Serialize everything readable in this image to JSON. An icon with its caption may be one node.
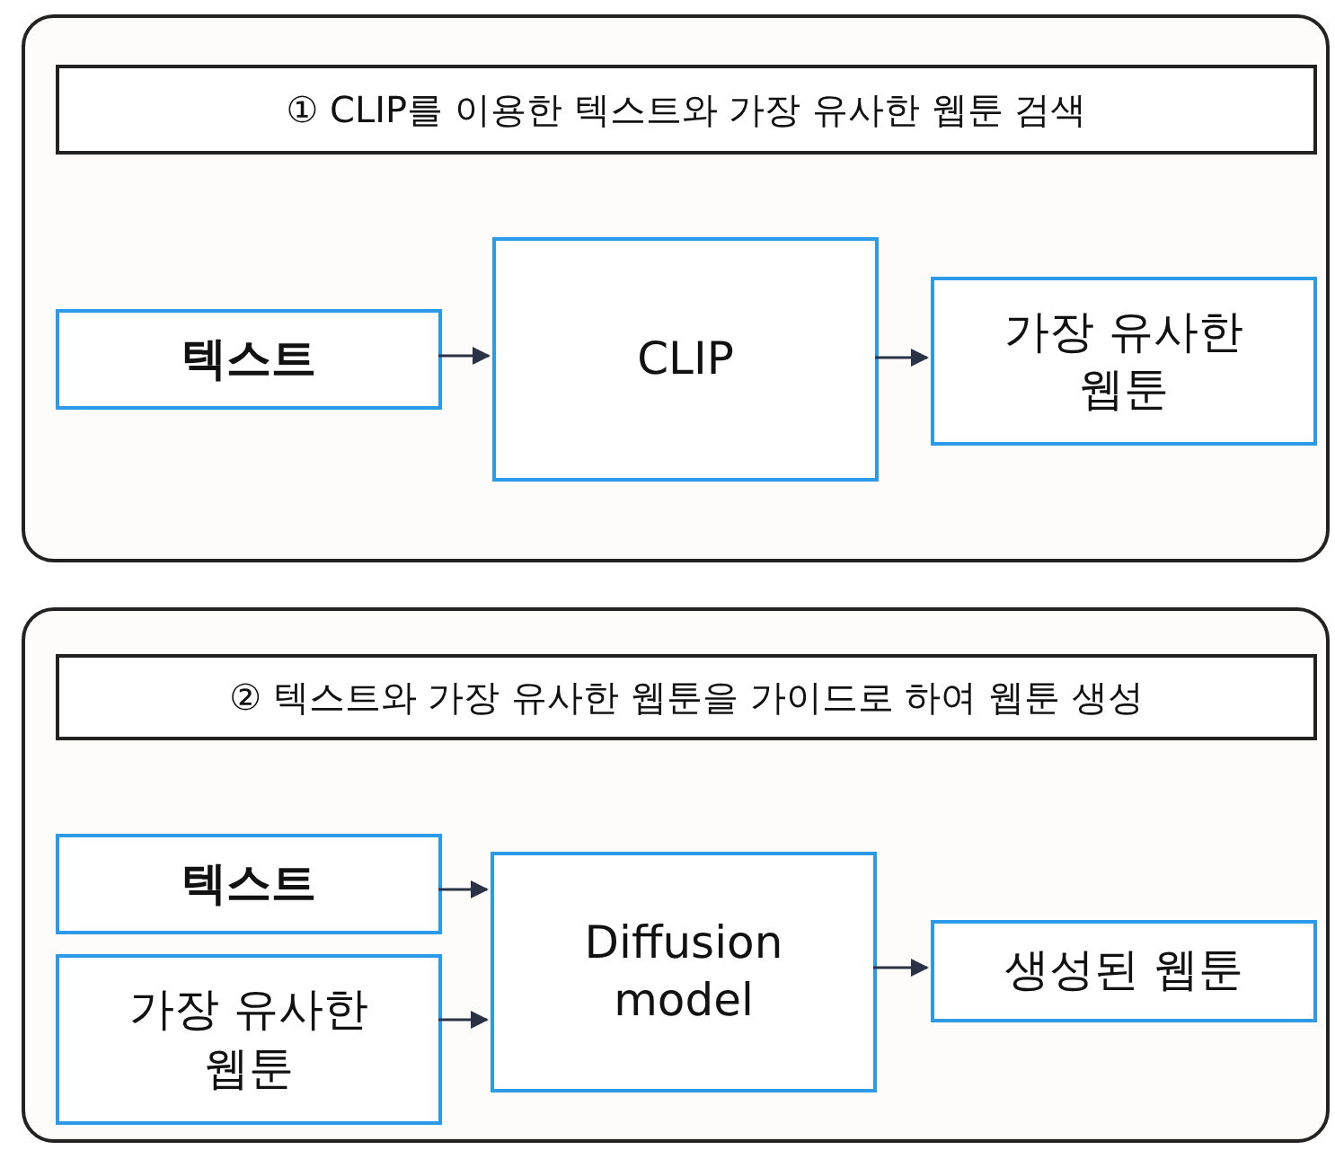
{
  "diagram": {
    "nodes": [
      {
        "text": [],
        "shape": "box"
      },
      {
        "text": [
          "① CLIP를 이용한 텍스트와 가장 유사한 웹툰 검색"
        ],
        "in": 0
      },
      {
        "text": [
          "텍스트"
        ],
        "in": 0
      },
      {
        "text": [
          "CLIP"
        ],
        "in": 0
      },
      {
        "text": [
          "가장 유사한 웹툰"
        ],
        "in": 0
      },
      {
        "text": [],
        "shape": "box"
      },
      {
        "text": [
          "② 텍스트와 가장 유사한 웹툰을 가이드로 하여 웹툰 생성"
        ],
        "in": 5
      },
      {
        "text": [
          "텍스트"
        ],
        "in": 5
      },
      {
        "text": [
          "가장 유사한 웹툰"
        ],
        "in": 5
      },
      {
        "text": [
          "Diffusion model"
        ],
        "in": 5
      },
      {
        "text": [
          "생성된 웹툰"
        ],
        "in": 5
      }
    ],
    "edges": [
      {
        "from": 2,
        "to": 3,
        "arrow": "to"
      },
      {
        "from": 3,
        "to": 4,
        "arrow": "to"
      },
      {
        "from": 7,
        "to": 9,
        "arrow": "to"
      },
      {
        "from": 8,
        "to": 9,
        "arrow": "to"
      },
      {
        "from": 9,
        "to": 10,
        "arrow": "to"
      }
    ]
  }
}
